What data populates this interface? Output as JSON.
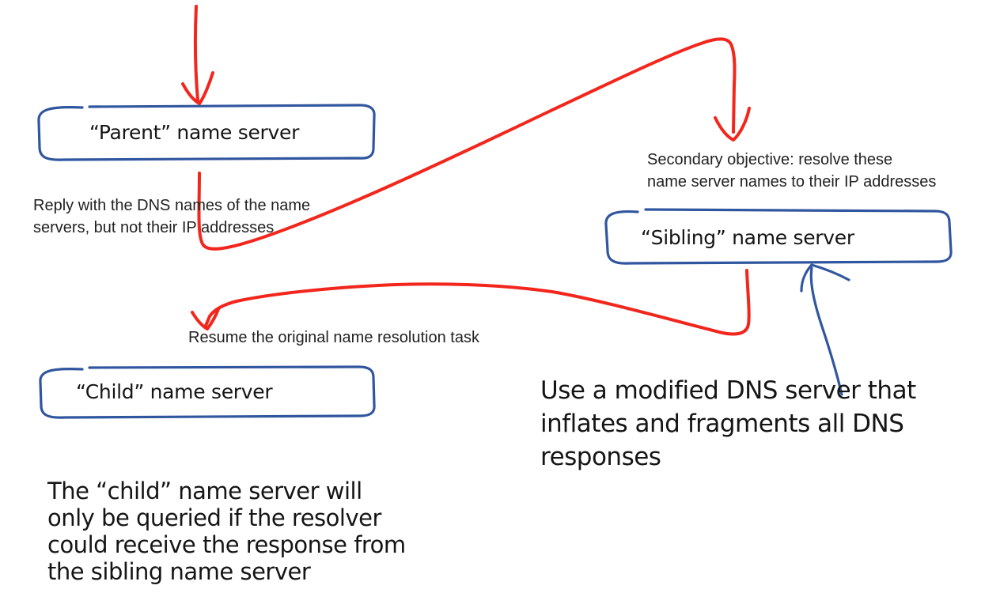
{
  "colors": {
    "ink_red": "#f2261c",
    "ink_blue": "#30569f",
    "text_black": "#1c1c1c"
  },
  "boxes": {
    "parent": {
      "label": "“Parent” name server"
    },
    "sibling": {
      "label": "“Sibling” name server"
    },
    "child": {
      "label": "“Child” name server"
    }
  },
  "annotations": {
    "reply": {
      "lines": [
        "Reply with the DNS names of the name",
        "servers, but not their IP addresses"
      ]
    },
    "secondary": {
      "lines": [
        "Secondary objective: resolve these",
        "name server names to their IP addresses"
      ]
    },
    "resume": {
      "text": "Resume the original name resolution task"
    }
  },
  "notes": {
    "modified_server": {
      "lines": [
        "Use a modified DNS server that",
        "inflates and fragments all DNS",
        "responses"
      ]
    },
    "child_note": {
      "lines": [
        "The “child” name server will",
        "only be queried if the resolver",
        "could receive the response from",
        "the sibling name server"
      ]
    }
  },
  "icons": {
    "query_to_parent_arrow": "red hand-drawn arrow pointing down into parent box",
    "delegate_to_sibling_arrow": "red hand-drawn s-curve arrow from parent reply to sibling box",
    "resume_resolution_arrow": "red hand-drawn arrow from sibling box back to resume note",
    "modified_server_pointer_arrow": "blue hand-drawn arrow from note up to sibling box"
  }
}
